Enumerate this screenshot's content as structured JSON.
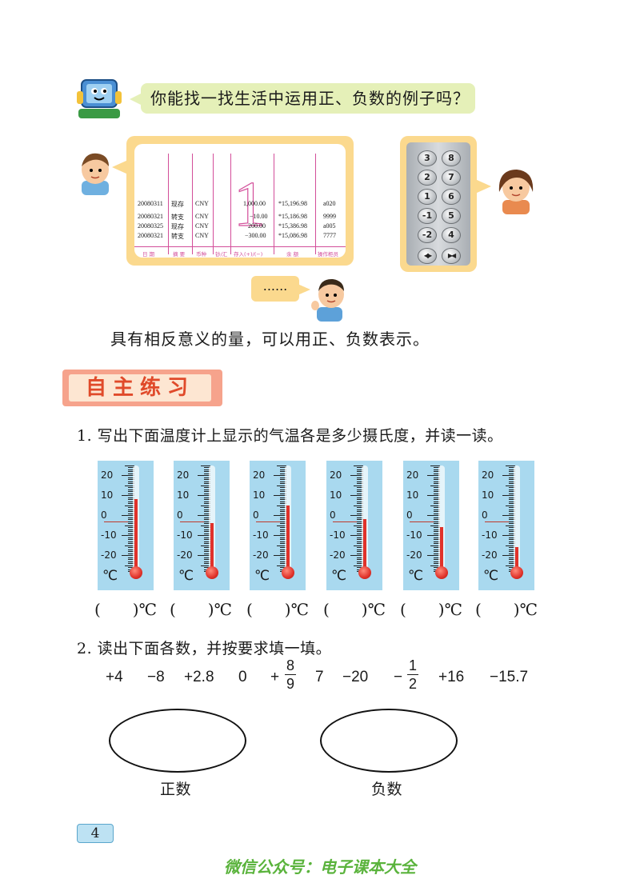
{
  "intro": {
    "question": "你能找一找生活中运用正、负数的例子吗？",
    "dots": "......",
    "statement": "具有相反意义的量，可以用正、负数表示。"
  },
  "bank": {
    "big_digit": "1",
    "rows": [
      [
        "20080311",
        "现存",
        "CNY",
        "1,000.00",
        "*15,196.98",
        "a020"
      ],
      [
        "20080321",
        "转支",
        "CNY",
        "−10.00",
        "*15,186.98",
        "9999"
      ],
      [
        "20080325",
        "现存",
        "CNY",
        "200.00",
        "*15,386.98",
        "a005"
      ],
      [
        "20080321",
        "转支",
        "CNY",
        "−300.00",
        "*15,086.98",
        "7777"
      ]
    ],
    "headers": [
      "日 期",
      "摘 要",
      "币种",
      "钞/汇",
      "存入(+)/(−)",
      "余 额",
      "操作柜员"
    ]
  },
  "elevator": {
    "buttons": [
      [
        "3",
        "8"
      ],
      [
        "2",
        "7"
      ],
      [
        "1",
        "6"
      ],
      [
        "-1",
        "5"
      ],
      [
        "-2",
        "4"
      ]
    ],
    "door_open": "◀▶",
    "door_close": "▶◀"
  },
  "section": {
    "title": "自主练习"
  },
  "q1": {
    "text": "1. 写出下面温度计上显示的气温各是多少摄氏度，并读一读。",
    "scale_labels": [
      "20",
      "10",
      "0",
      "-10",
      "-20"
    ],
    "unit": "℃",
    "readings_c": [
      8,
      -4,
      5,
      -2,
      -6,
      -16
    ],
    "blank": "(　　)℃"
  },
  "q2": {
    "text": "2. 读出下面各数，并按要求填一填。",
    "numbers": [
      "+4",
      "−8",
      "+2.8",
      "0",
      "7",
      "−20",
      "+16",
      "−15.7"
    ],
    "frac1": {
      "sign": "+",
      "num": "8",
      "den": "9"
    },
    "frac2": {
      "sign": "−",
      "num": "1",
      "den": "2"
    },
    "positive_label": "正数",
    "negative_label": "负数"
  },
  "page": {
    "number": "4",
    "footer": "微信公众号：电子课本大全"
  }
}
